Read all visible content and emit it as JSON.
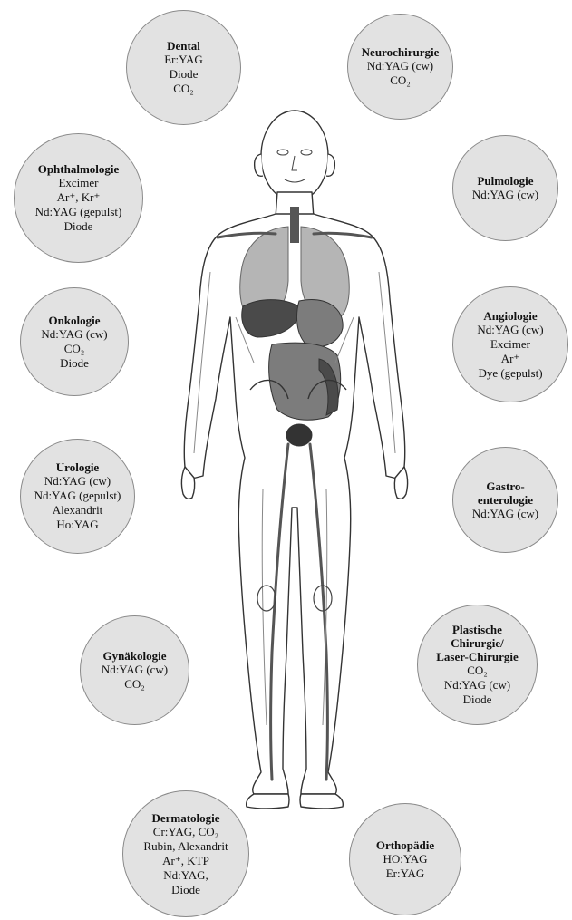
{
  "specialties": [
    {
      "id": "dental",
      "title_lines": [
        "Dental"
      ],
      "lasers": [
        "Er:YAG",
        "Diode",
        "CO₂"
      ]
    },
    {
      "id": "neurochirurgie",
      "title_lines": [
        "Neurochirurgie"
      ],
      "lasers": [
        "Nd:YAG (cw)",
        "CO₂"
      ]
    },
    {
      "id": "ophthalmologie",
      "title_lines": [
        "Ophthalmologie"
      ],
      "lasers": [
        "Excimer",
        "Ar⁺, Kr⁺",
        "Nd:YAG (gepulst)",
        "Diode"
      ]
    },
    {
      "id": "pulmologie",
      "title_lines": [
        "Pulmologie"
      ],
      "lasers": [
        "Nd:YAG (cw)"
      ]
    },
    {
      "id": "onkologie",
      "title_lines": [
        "Onkologie"
      ],
      "lasers": [
        "Nd:YAG (cw)",
        "CO₂",
        "Diode"
      ]
    },
    {
      "id": "angiologie",
      "title_lines": [
        "Angiologie"
      ],
      "lasers": [
        "Nd:YAG (cw)",
        "Excimer",
        "Ar⁺",
        "Dye (gepulst)"
      ]
    },
    {
      "id": "urologie",
      "title_lines": [
        "Urologie"
      ],
      "lasers": [
        "Nd:YAG (cw)",
        "Nd:YAG (gepulst)",
        "Alexandrit",
        "Ho:YAG"
      ]
    },
    {
      "id": "gastroenterologie",
      "title_lines": [
        "Gastro-",
        "enterologie"
      ],
      "lasers": [
        "Nd:YAG (cw)"
      ]
    },
    {
      "id": "gynaekologie",
      "title_lines": [
        "Gynäkologie"
      ],
      "lasers": [
        "Nd:YAG (cw)",
        "CO₂"
      ]
    },
    {
      "id": "plastische-chirurgie",
      "title_lines": [
        "Plastische",
        "Chirurgie/",
        "Laser-Chirurgie"
      ],
      "lasers": [
        "CO₂",
        "Nd:YAG (cw)",
        "Diode"
      ]
    },
    {
      "id": "dermatologie",
      "title_lines": [
        "Dermatologie"
      ],
      "lasers": [
        "Cr:YAG, CO₂",
        "Rubin, Alexandrit",
        "Ar⁺, KTP",
        "Nd:YAG,",
        "Diode"
      ]
    },
    {
      "id": "orthopaedie",
      "title_lines": [
        "Orthopädie"
      ],
      "lasers": [
        "HO:YAG",
        "Er:YAG"
      ]
    }
  ],
  "colors": {
    "bubble_fill": "#e2e2e2",
    "bubble_border": "#8a8a8a",
    "body_outline": "#333333",
    "lungs": "#b5b5b5",
    "organs_dark": "#4a4a4a",
    "organs_mid": "#7c7c7c",
    "vessels": "#555555"
  }
}
